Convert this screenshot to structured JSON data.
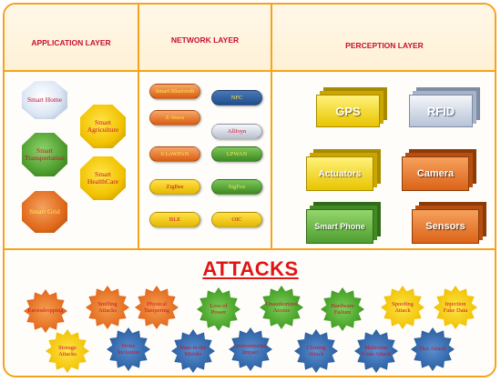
{
  "layers": {
    "application": {
      "title": "APPLICATION LAYER",
      "items": [
        "Smart Home",
        "Smart Agriculture",
        "Smart Transportation",
        "Smart HealthCare",
        "Smart Grid"
      ]
    },
    "network": {
      "title": "NETWORK LAYER",
      "items": [
        "Smart Bluetooth",
        "NFC",
        "Z-Wave",
        "AllJoyn",
        "6 LoWPAN",
        "LPWAN",
        "ZigBee",
        "SigFox",
        "BLE",
        "OIC"
      ]
    },
    "perception": {
      "title": "PERCEPTION LAYER",
      "items": [
        "GPS",
        "RFID",
        "Actuators",
        "Camera",
        "Smart Phone",
        "Sensors"
      ]
    }
  },
  "attacks": {
    "title": "ATTACKS",
    "row1": [
      "Eavesdropping",
      "Sniffing Attacks",
      "Physical Tampering",
      "Loss of Power",
      "Unauthorized Access",
      "Hardware Failure",
      "Spoofing Attack",
      "Injection Fake Data"
    ],
    "row2": [
      "Storage Attacks",
      "Noise Inclusion",
      "Man-in-the Middle",
      "Environmental Impact",
      "Cloning Attack",
      "Malicious Code Attack",
      "Dos Attack"
    ]
  },
  "colors": {
    "border": "#f5a31a",
    "heading": "#c8102e",
    "attacks_title": "#e01414"
  }
}
